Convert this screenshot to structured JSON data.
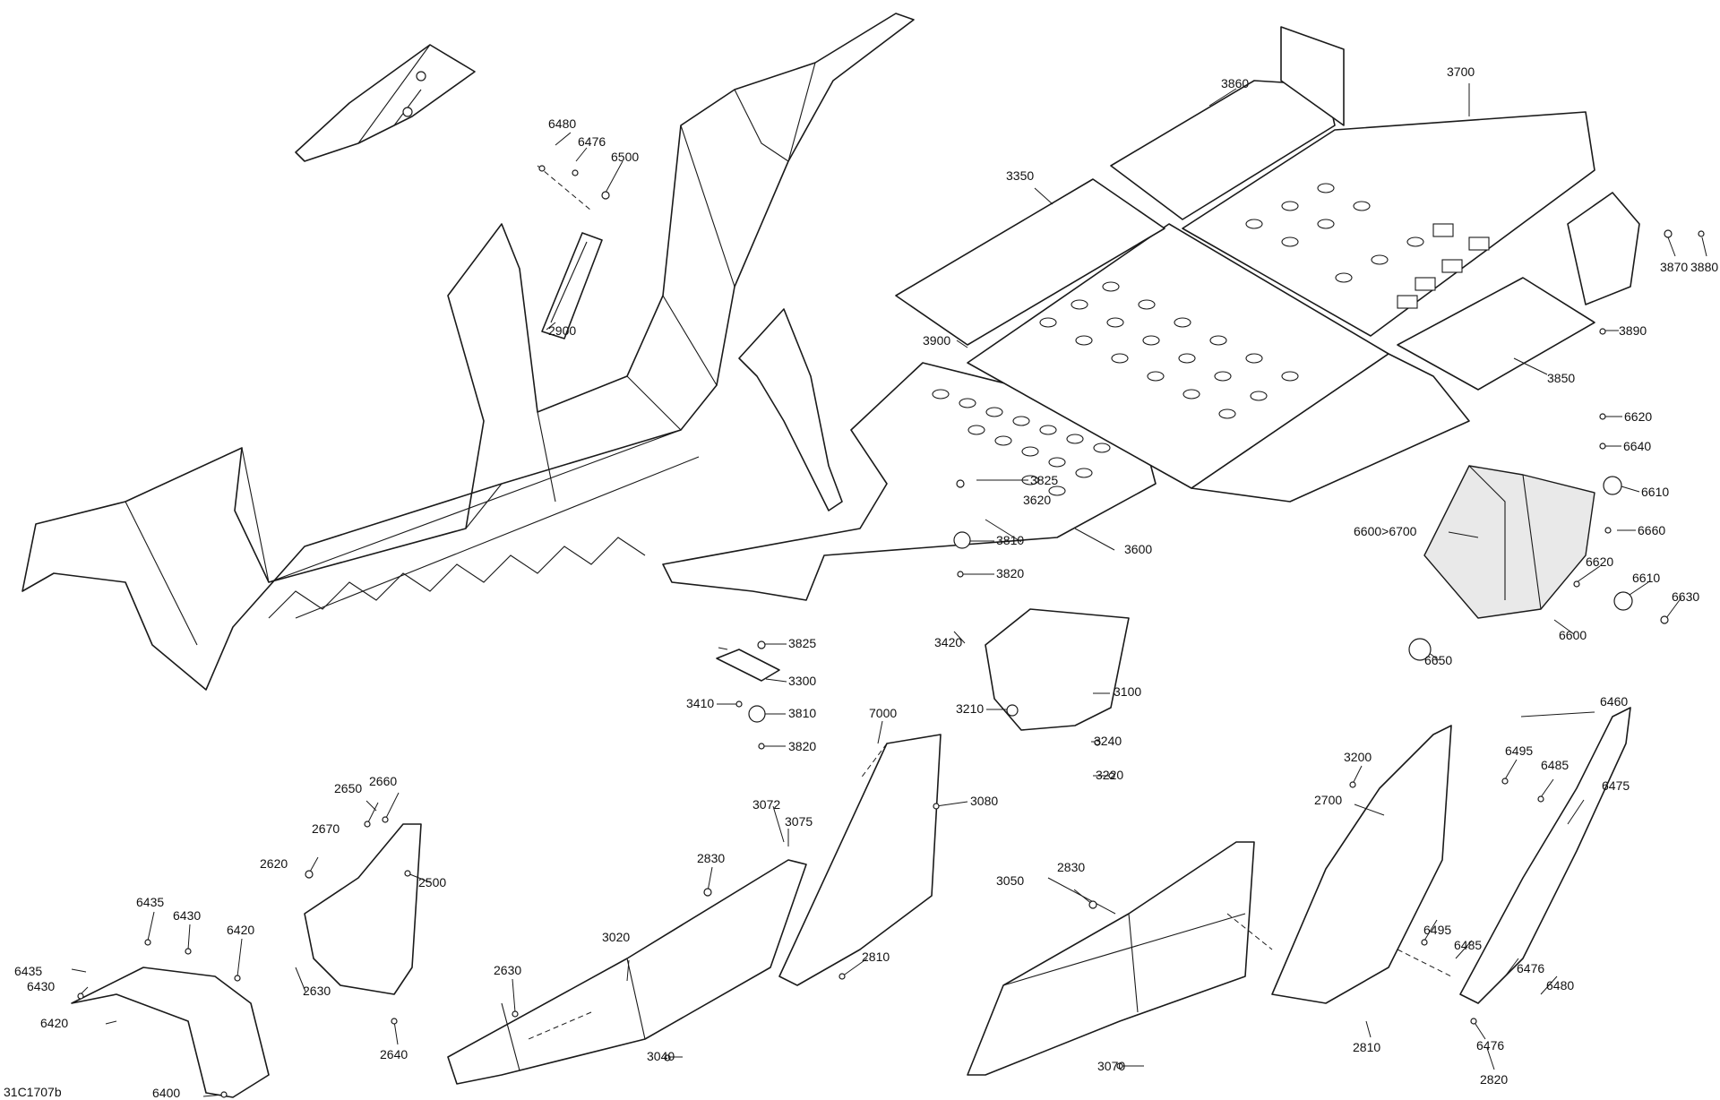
{
  "drawing_code": "31C1707b",
  "callouts": [
    {
      "id": "2500",
      "text": "2500"
    },
    {
      "id": "2620",
      "text": "2620"
    },
    {
      "id": "2630a",
      "text": "2630"
    },
    {
      "id": "2630b",
      "text": "2630"
    },
    {
      "id": "2640",
      "text": "2640"
    },
    {
      "id": "2650",
      "text": "2650"
    },
    {
      "id": "2660",
      "text": "2660"
    },
    {
      "id": "2670",
      "text": "2670"
    },
    {
      "id": "2700",
      "text": "2700"
    },
    {
      "id": "2810a",
      "text": "2810"
    },
    {
      "id": "2810b",
      "text": "2810"
    },
    {
      "id": "2820",
      "text": "2820"
    },
    {
      "id": "2830a",
      "text": "2830"
    },
    {
      "id": "2830b",
      "text": "2830"
    },
    {
      "id": "2900",
      "text": "2900"
    },
    {
      "id": "3020",
      "text": "3020"
    },
    {
      "id": "3040",
      "text": "3040"
    },
    {
      "id": "3050",
      "text": "3050"
    },
    {
      "id": "3070",
      "text": "3070"
    },
    {
      "id": "3072",
      "text": "3072"
    },
    {
      "id": "3075",
      "text": "3075"
    },
    {
      "id": "3080",
      "text": "3080"
    },
    {
      "id": "3100",
      "text": "3100"
    },
    {
      "id": "3200",
      "text": "3200"
    },
    {
      "id": "3210",
      "text": "3210"
    },
    {
      "id": "3220",
      "text": "3220"
    },
    {
      "id": "3240",
      "text": "3240"
    },
    {
      "id": "3300",
      "text": "3300"
    },
    {
      "id": "3350",
      "text": "3350"
    },
    {
      "id": "3410",
      "text": "3410"
    },
    {
      "id": "3420",
      "text": "3420"
    },
    {
      "id": "3600",
      "text": "3600"
    },
    {
      "id": "3620",
      "text": "3620"
    },
    {
      "id": "3700",
      "text": "3700"
    },
    {
      "id": "3810a",
      "text": "3810"
    },
    {
      "id": "3810b",
      "text": "3810"
    },
    {
      "id": "3820a",
      "text": "3820"
    },
    {
      "id": "3820b",
      "text": "3820"
    },
    {
      "id": "3825a",
      "text": "3825"
    },
    {
      "id": "3825b",
      "text": "3825"
    },
    {
      "id": "3850",
      "text": "3850"
    },
    {
      "id": "3860",
      "text": "3860"
    },
    {
      "id": "3870",
      "text": "3870"
    },
    {
      "id": "3880",
      "text": "3880"
    },
    {
      "id": "3890",
      "text": "3890"
    },
    {
      "id": "3900",
      "text": "3900"
    },
    {
      "id": "6400",
      "text": "6400"
    },
    {
      "id": "6420a",
      "text": "6420"
    },
    {
      "id": "6420b",
      "text": "6420"
    },
    {
      "id": "6430a",
      "text": "6430"
    },
    {
      "id": "6430b",
      "text": "6430"
    },
    {
      "id": "6435a",
      "text": "6435"
    },
    {
      "id": "6435b",
      "text": "6435"
    },
    {
      "id": "6460",
      "text": "6460"
    },
    {
      "id": "6475",
      "text": "6475"
    },
    {
      "id": "6476a",
      "text": "6476"
    },
    {
      "id": "6476b",
      "text": "6476"
    },
    {
      "id": "6476c",
      "text": "6476"
    },
    {
      "id": "6480a",
      "text": "6480"
    },
    {
      "id": "6480b",
      "text": "6480"
    },
    {
      "id": "6485a",
      "text": "6485"
    },
    {
      "id": "6485b",
      "text": "6485"
    },
    {
      "id": "6495a",
      "text": "6495"
    },
    {
      "id": "6495b",
      "text": "6495"
    },
    {
      "id": "6500",
      "text": "6500"
    },
    {
      "id": "6600",
      "text": "6600"
    },
    {
      "id": "6600r",
      "text": "6600>6700"
    },
    {
      "id": "6610a",
      "text": "6610"
    },
    {
      "id": "6610b",
      "text": "6610"
    },
    {
      "id": "6620a",
      "text": "6620"
    },
    {
      "id": "6620b",
      "text": "6620"
    },
    {
      "id": "6630",
      "text": "6630"
    },
    {
      "id": "6640",
      "text": "6640"
    },
    {
      "id": "6650",
      "text": "6650"
    },
    {
      "id": "6660",
      "text": "6660"
    },
    {
      "id": "7000",
      "text": "7000"
    }
  ]
}
